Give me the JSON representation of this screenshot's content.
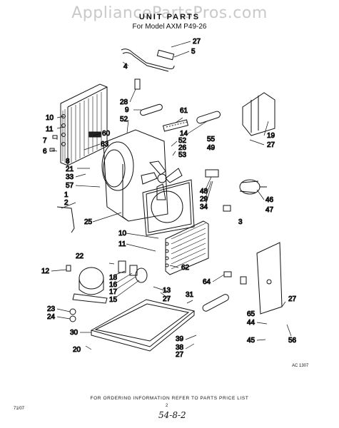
{
  "watermark": "AppliancePartsPros.com",
  "title": "UNIT PARTS",
  "subtitle": "For Model AXM P49-26",
  "diagram_ref": "AC 1307",
  "footer": "FOR ORDERING INFORMATION REFER TO PARTS PRICE LIST",
  "page_number": "2",
  "doc_code": "71/07",
  "handwritten": "54-8-2",
  "callouts": [
    {
      "id": "c27a",
      "text": "27"
    },
    {
      "id": "c5",
      "text": "5"
    },
    {
      "id": "c4",
      "text": "4"
    },
    {
      "id": "c28",
      "text": "28"
    },
    {
      "id": "c9",
      "text": "9"
    },
    {
      "id": "c52a",
      "text": "52"
    },
    {
      "id": "c61",
      "text": "61"
    },
    {
      "id": "c14",
      "text": "14"
    },
    {
      "id": "c52b",
      "text": "52"
    },
    {
      "id": "c26",
      "text": "26"
    },
    {
      "id": "c53",
      "text": "53"
    },
    {
      "id": "c55",
      "text": "55"
    },
    {
      "id": "c49",
      "text": "49"
    },
    {
      "id": "c10a",
      "text": "10"
    },
    {
      "id": "c11a",
      "text": "11"
    },
    {
      "id": "c7",
      "text": "7"
    },
    {
      "id": "c6",
      "text": "6"
    },
    {
      "id": "c60",
      "text": "60"
    },
    {
      "id": "c63",
      "text": "63"
    },
    {
      "id": "c8",
      "text": "8"
    },
    {
      "id": "c21",
      "text": "21"
    },
    {
      "id": "c33",
      "text": "33"
    },
    {
      "id": "c57",
      "text": "57"
    },
    {
      "id": "c1",
      "text": "1"
    },
    {
      "id": "c2",
      "text": "2"
    },
    {
      "id": "c25",
      "text": "25"
    },
    {
      "id": "c19",
      "text": "19"
    },
    {
      "id": "c27b",
      "text": "27"
    },
    {
      "id": "c46",
      "text": "46"
    },
    {
      "id": "c47",
      "text": "47"
    },
    {
      "id": "c3",
      "text": "3"
    },
    {
      "id": "c48",
      "text": "48"
    },
    {
      "id": "c29",
      "text": "29"
    },
    {
      "id": "c34",
      "text": "34"
    },
    {
      "id": "c10b",
      "text": "10"
    },
    {
      "id": "c11b",
      "text": "11"
    },
    {
      "id": "c62",
      "text": "62"
    },
    {
      "id": "c22",
      "text": "22"
    },
    {
      "id": "c12",
      "text": "12"
    },
    {
      "id": "c18",
      "text": "18"
    },
    {
      "id": "c16",
      "text": "16"
    },
    {
      "id": "c17",
      "text": "17"
    },
    {
      "id": "c15",
      "text": "15"
    },
    {
      "id": "c13",
      "text": "13"
    },
    {
      "id": "c64",
      "text": "64"
    },
    {
      "id": "c31",
      "text": "31"
    },
    {
      "id": "c27c",
      "text": "27"
    },
    {
      "id": "c23",
      "text": "23"
    },
    {
      "id": "c24",
      "text": "24"
    },
    {
      "id": "c30",
      "text": "30"
    },
    {
      "id": "c20",
      "text": "20"
    },
    {
      "id": "c39",
      "text": "39"
    },
    {
      "id": "c38",
      "text": "38"
    },
    {
      "id": "c27d",
      "text": "27"
    },
    {
      "id": "c65",
      "text": "65"
    },
    {
      "id": "c44",
      "text": "44"
    },
    {
      "id": "c27e",
      "text": "27"
    },
    {
      "id": "c45",
      "text": "45"
    },
    {
      "id": "c56",
      "text": "56"
    }
  ]
}
